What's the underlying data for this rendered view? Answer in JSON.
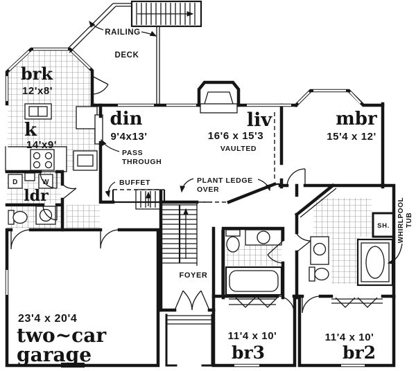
{
  "plan": {
    "title": "single-level house floor plan",
    "colors": {
      "ink": "#161616",
      "paper": "#ffffff"
    },
    "deck": {
      "label": "DECK",
      "railing_label": "RAILING"
    },
    "rooms": {
      "breakfast": {
        "name": "brk",
        "dims": "12'x8'"
      },
      "kitchen": {
        "name": "k",
        "dims": "14'x9'"
      },
      "dining": {
        "name": "din",
        "dims": "9'4x13'"
      },
      "living": {
        "name": "liv",
        "dims": "16'6 x 15'3",
        "note": "VAULTED"
      },
      "master_bedroom": {
        "name": "mbr",
        "dims": "15'4 x 12'"
      },
      "laundry": {
        "name": "ldr"
      },
      "foyer": {
        "label": "FOYER"
      },
      "garage": {
        "dims": "23'4 x 20'4",
        "name_line1": "two~car",
        "name_line2": "garage"
      },
      "bedroom3": {
        "dims": "11'4 x 10'",
        "name": "br3"
      },
      "bedroom2": {
        "dims": "11'4 x 10'",
        "name": "br2"
      }
    },
    "annotations": {
      "pass_line1": "PASS",
      "pass_line2": "THROUGH",
      "buffet": "BUFFET",
      "plant_ledge_line1": "PLANT LEDGE",
      "plant_ledge_line2": "OVER",
      "whirlpool_line1": "WHIRLPOOL",
      "whirlpool_line2": "TUB",
      "shower": "SH.",
      "dryer": "D",
      "washer": "W"
    }
  }
}
